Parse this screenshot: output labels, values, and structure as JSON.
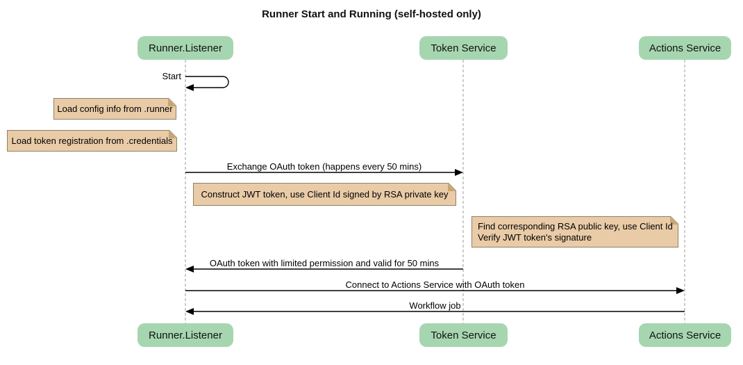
{
  "title": "Runner Start and Running (self-hosted only)",
  "participants": [
    {
      "label": "Runner.Listener"
    },
    {
      "label": "Token Service"
    },
    {
      "label": "Actions Service"
    }
  ],
  "messages": [
    {
      "label": "Start",
      "from": "Runner.Listener",
      "to": "Runner.Listener",
      "kind": "self"
    },
    {
      "label": "Exchange OAuth token (happens every 50 mins)",
      "from": "Runner.Listener",
      "to": "Token Service",
      "kind": "solid-arrow"
    },
    {
      "label": "OAuth token with limited permission and valid for 50 mins",
      "from": "Token Service",
      "to": "Runner.Listener",
      "kind": "solid-arrow"
    },
    {
      "label": "Connect to Actions Service with OAuth token",
      "from": "Runner.Listener",
      "to": "Actions Service",
      "kind": "solid-arrow"
    },
    {
      "label": "Workflow job",
      "from": "Actions Service",
      "to": "Runner.Listener",
      "kind": "solid-arrow"
    }
  ],
  "notes": [
    {
      "lines": [
        "Load config info from .runner"
      ]
    },
    {
      "lines": [
        "Load token registration from .credentials"
      ]
    },
    {
      "lines": [
        "Construct JWT token, use Client Id signed by RSA private key"
      ]
    },
    {
      "lines": [
        "Find corresponding RSA public key, use Client Id",
        "Verify JWT token's signature"
      ]
    }
  ],
  "colors": {
    "background": "#FFFFFF",
    "participant_fill": "#A6D6B0",
    "note_fill": "#E9CBA7",
    "note_border": "#8F8066",
    "note_fold": "#C9A671",
    "lifeline": "#999999",
    "message_line": "#000000",
    "text": "#111111"
  }
}
